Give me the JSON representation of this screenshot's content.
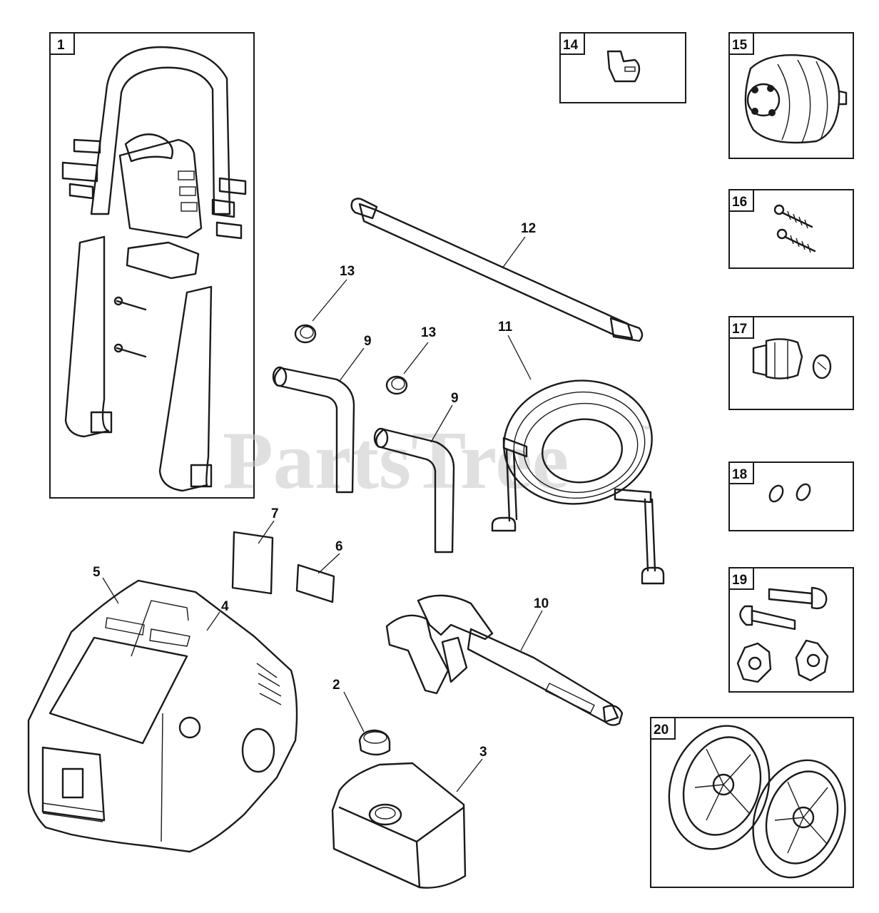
{
  "watermark": {
    "text": "PartsTree",
    "trademark": "™",
    "color": "#c8c8c8"
  },
  "boxed_parts": [
    {
      "id": "1",
      "label": "1",
      "name": "handle-assembly"
    },
    {
      "id": "14",
      "label": "14",
      "name": "nozzle-tip"
    },
    {
      "id": "15",
      "label": "15",
      "name": "pump"
    },
    {
      "id": "16",
      "label": "16",
      "name": "screws"
    },
    {
      "id": "17",
      "label": "17",
      "name": "hose-fitting"
    },
    {
      "id": "18",
      "label": "18",
      "name": "o-rings"
    },
    {
      "id": "19",
      "label": "19",
      "name": "bolts-and-knobs"
    },
    {
      "id": "20",
      "label": "20",
      "name": "wheels"
    }
  ],
  "callouts": [
    {
      "id": "2",
      "label": "2"
    },
    {
      "id": "3",
      "label": "3"
    },
    {
      "id": "4",
      "label": "4"
    },
    {
      "id": "5",
      "label": "5"
    },
    {
      "id": "6",
      "label": "6"
    },
    {
      "id": "7",
      "label": "7"
    },
    {
      "id": "9a",
      "label": "9"
    },
    {
      "id": "9b",
      "label": "9"
    },
    {
      "id": "10",
      "label": "10"
    },
    {
      "id": "11",
      "label": "11"
    },
    {
      "id": "12",
      "label": "12"
    },
    {
      "id": "13a",
      "label": "13"
    },
    {
      "id": "13b",
      "label": "13"
    }
  ]
}
